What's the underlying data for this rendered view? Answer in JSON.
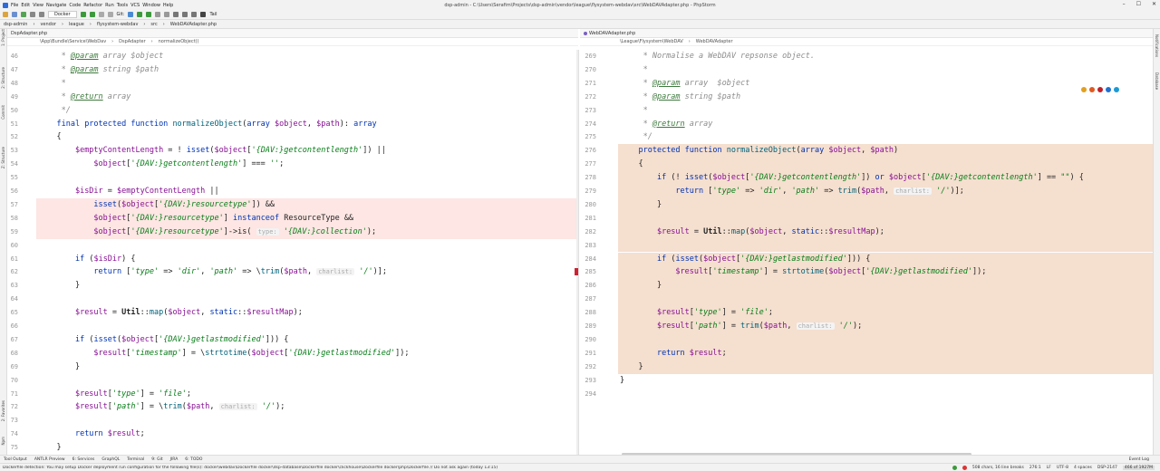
{
  "window": {
    "title": "dsp-admin - C:\\Users\\Serafim\\Projects\\dsp-admin\\vendor\\league\\flysystem-webdav\\src\\WebDAVAdapter.php - PhpStorm",
    "menu": [
      "File",
      "Edit",
      "View",
      "Navigate",
      "Code",
      "Refactor",
      "Run",
      "Tools",
      "VCS",
      "Window",
      "Help"
    ],
    "controls": [
      "–",
      "☐",
      "✕"
    ]
  },
  "toolbar": {
    "run_config": "Docker",
    "git_label": "Git:",
    "tail_label": "Tail"
  },
  "navbar": [
    "dsp-admin",
    "vendor",
    "league",
    "flysystem-webdav",
    "src",
    "WebDAVAdapter.php"
  ],
  "left_strip": [
    "1: Project",
    "2: Structure",
    "Commit",
    "Z: Structure",
    "2: Favorites",
    "Npm"
  ],
  "right_strip": [
    "Notifications",
    "Database"
  ],
  "left_editor": {
    "tab": "DspAdapter.php",
    "breadcrumb": [
      "\\App\\Bundle\\Service\\WebDav",
      "DspAdapter",
      "normalizeObject()"
    ],
    "lines": [
      {
        "n": "46",
        "html": "<span class='cm'>     * <span class='tag'>@param</span> array $object</span>"
      },
      {
        "n": "47",
        "html": "<span class='cm'>     * <span class='tag'>@param</span> string $path</span>"
      },
      {
        "n": "48",
        "html": "<span class='cm'>     *</span>"
      },
      {
        "n": "49",
        "html": "<span class='cm'>     * <span class='tag'>@return</span> array</span>"
      },
      {
        "n": "50",
        "html": "<span class='cm'>     */</span>"
      },
      {
        "n": "51",
        "html": "    <span class='kw'>final protected function</span> <span class='fn'>normalizeObject</span>(<span class='kw'>array</span> <span class='var'>$object</span>, <span class='var'>$path</span>): <span class='kw'>array</span>"
      },
      {
        "n": "52",
        "html": "    {"
      },
      {
        "n": "53",
        "html": "        <span class='var'>$emptyContentLength</span> = ! <span class='kw'>isset</span>(<span class='var'>$object</span>[<span class='str'>'{DAV:}getcontentlength'</span>]) ||"
      },
      {
        "n": "54",
        "html": "            <span class='var'>$object</span>[<span class='str'>'{DAV:}getcontentlength'</span>] === <span class='str'>''</span>;"
      },
      {
        "n": "55",
        "html": ""
      },
      {
        "n": "56",
        "html": "        <span class='var'>$isDir</span> = <span class='var'>$emptyContentLength</span> ||"
      },
      {
        "n": "57",
        "html": "            <span class='kw'>isset</span>(<span class='var'>$object</span>[<span class='str'>'{DAV:}resourcetype'</span>]) &amp;&amp;",
        "cls": "hlrem"
      },
      {
        "n": "58",
        "html": "            <span class='var'>$object</span>[<span class='str'>'{DAV:}resourcetype'</span>] <span class='kw'>instanceof</span> ResourceType &amp;&amp;",
        "cls": "hlrem"
      },
      {
        "n": "59",
        "html": "            <span class='var'>$object</span>[<span class='str'>'{DAV:}resourcetype'</span>]-&gt;is( <span class='hint'>type:</span> <span class='str'>'{DAV:}collection'</span>);",
        "cls": "hlrem"
      },
      {
        "n": "60",
        "html": ""
      },
      {
        "n": "61",
        "html": "        <span class='kw'>if</span> (<span class='var'>$isDir</span>) {"
      },
      {
        "n": "62",
        "html": "            <span class='kw'>return</span> [<span class='str'>'type'</span> =&gt; <span class='str'>'dir'</span>, <span class='str'>'path'</span> =&gt; \\<span class='fn'>trim</span>(<span class='var'>$path</span>, <span class='hint'>charlist:</span> <span class='str'>'/'</span>)];"
      },
      {
        "n": "63",
        "html": "        }"
      },
      {
        "n": "64",
        "html": ""
      },
      {
        "n": "65",
        "html": "        <span class='var'>$result</span> = <span class='bold'>Util</span>::<span class='fn'>map</span>(<span class='var'>$object</span>, <span class='kw'>static</span>::<span class='var'>$resultMap</span>);"
      },
      {
        "n": "66",
        "html": ""
      },
      {
        "n": "67",
        "html": "        <span class='kw'>if</span> (<span class='kw'>isset</span>(<span class='var'>$object</span>[<span class='str'>'{DAV:}getlastmodified'</span>])) {"
      },
      {
        "n": "68",
        "html": "            <span class='var'>$result</span>[<span class='str'>'timestamp'</span>] = \\<span class='fn'>strtotime</span>(<span class='var'>$object</span>[<span class='str'>'{DAV:}getlastmodified'</span>]);"
      },
      {
        "n": "69",
        "html": "        }"
      },
      {
        "n": "70",
        "html": ""
      },
      {
        "n": "71",
        "html": "        <span class='var'>$result</span>[<span class='str'>'type'</span>] = <span class='str'>'file'</span>;"
      },
      {
        "n": "72",
        "html": "        <span class='var'>$result</span>[<span class='str'>'path'</span>] = \\<span class='fn'>trim</span>(<span class='var'>$path</span>, <span class='hint'>charlist:</span> <span class='str'>'/'</span>);"
      },
      {
        "n": "73",
        "html": ""
      },
      {
        "n": "74",
        "html": "        <span class='kw'>return</span> <span class='var'>$result</span>;"
      },
      {
        "n": "75",
        "html": "    }"
      }
    ]
  },
  "right_editor": {
    "tab": "WebDAVAdapter.php",
    "breadcrumb": [
      "\\League\\Flysystem\\WebDAV",
      "WebDAVAdapter"
    ],
    "lines": [
      {
        "n": "269",
        "html": "<span class='cm'>     * Normalise a WebDAV repsonse object.</span>"
      },
      {
        "n": "270",
        "html": "<span class='cm'>     *</span>"
      },
      {
        "n": "271",
        "html": "<span class='cm'>     * <span class='tag'>@param</span> array  $object</span>"
      },
      {
        "n": "272",
        "html": "<span class='cm'>     * <span class='tag'>@param</span> string $path</span>"
      },
      {
        "n": "273",
        "html": "<span class='cm'>     *</span>"
      },
      {
        "n": "274",
        "html": "<span class='cm'>     * <span class='tag'>@return</span> array</span>"
      },
      {
        "n": "275",
        "html": "<span class='cm'>     */</span>"
      },
      {
        "n": "276",
        "html": "    <span class='kw'>protected function</span> <span class='fn'>normalizeObject</span>(<span class='kw'>array</span> <span class='var'>$object</span>, <span class='var'>$path</span>)",
        "cls": "hlchg"
      },
      {
        "n": "277",
        "html": "    {",
        "cls": "hlchg"
      },
      {
        "n": "278",
        "html": "        <span class='kw'>if</span> (! <span class='kw'>isset</span>(<span class='var'>$object</span>[<span class='str'>'{DAV:}getcontentlength'</span>]) <span class='kw'>or</span> <span class='var'>$object</span>[<span class='str'>'{DAV:}getcontentlength'</span>] == <span class='str'>\"\"</span>) {",
        "cls": "hlchg"
      },
      {
        "n": "279",
        "html": "            <span class='kw'>return</span> [<span class='str'>'type'</span> =&gt; <span class='str'>'dir'</span>, <span class='str'>'path'</span> =&gt; <span class='fn'>trim</span>(<span class='var'>$path</span>, <span class='hint'>charlist:</span> <span class='str'>'/'</span>)];",
        "cls": "hlchg"
      },
      {
        "n": "280",
        "html": "        }",
        "cls": "hlchg"
      },
      {
        "n": "281",
        "html": "",
        "cls": "hlchg"
      },
      {
        "n": "282",
        "html": "        <span class='var'>$result</span> = <span class='bold'>Util</span>::<span class='fn'>map</span>(<span class='var'>$object</span>, <span class='kw'>static</span>::<span class='var'>$resultMap</span>);",
        "cls": "hlchg"
      },
      {
        "n": "283",
        "html": "",
        "cls": "hlchg"
      },
      {
        "n": "284",
        "html": "        <span class='kw'>if</span> (<span class='kw'>isset</span>(<span class='var'>$object</span>[<span class='str'>'{DAV:}getlastmodified'</span>])) {",
        "cls": "hlchg"
      },
      {
        "n": "285",
        "html": "            <span class='var'>$result</span>[<span class='str'>'timestamp'</span>] = <span class='fn'>strtotime</span>(<span class='var'>$object</span>[<span class='str'>'{DAV:}getlastmodified'</span>]);",
        "cls": "hlchg"
      },
      {
        "n": "286",
        "html": "        }",
        "cls": "hlchg"
      },
      {
        "n": "287",
        "html": "",
        "cls": "hlchg"
      },
      {
        "n": "288",
        "html": "        <span class='var'>$result</span>[<span class='str'>'type'</span>] = <span class='str'>'file'</span>;",
        "cls": "hlchg"
      },
      {
        "n": "289",
        "html": "        <span class='var'>$result</span>[<span class='str'>'path'</span>] = <span class='fn'>trim</span>(<span class='var'>$path</span>, <span class='hint'>charlist:</span> <span class='str'>'/'</span>);",
        "cls": "hlchg"
      },
      {
        "n": "290",
        "html": "",
        "cls": "hlchg"
      },
      {
        "n": "291",
        "html": "        <span class='kw'>return</span> <span class='var'>$result</span>;",
        "cls": "hlchg"
      },
      {
        "n": "292",
        "html": "    }",
        "cls": "hlchg"
      },
      {
        "n": "293",
        "html": "}"
      },
      {
        "n": "294",
        "html": ""
      }
    ]
  },
  "tool_windows": [
    "Tool Output",
    "ANTLR Preview",
    "6: Services",
    "GraphQL",
    "Terminal",
    "9: Git",
    "JIRA",
    "6: TODO"
  ],
  "event_log": "Event Log",
  "status": {
    "message": "Dockerfile detection: You may setup Docker deployment run configuration for the following file(s): docker\\webdav\\Dockerfile docker\\dsp-database\\Dockerfile docker\\clickhouse\\Dockerfile docker\\php\\Dockerfile // Do not ask again (today 13:15)",
    "chars": "508 chars, 16 line breaks",
    "position": "276:1",
    "line_sep": "LF",
    "encoding": "UTF-8",
    "indent": "4 spaces",
    "branch": "DSP-2147",
    "mem": "466 of 1927M"
  },
  "colors": {
    "removed": "#fde6e3",
    "changed": "#f5dfcf",
    "keyword": "#0033b3",
    "string": "#067d17"
  }
}
